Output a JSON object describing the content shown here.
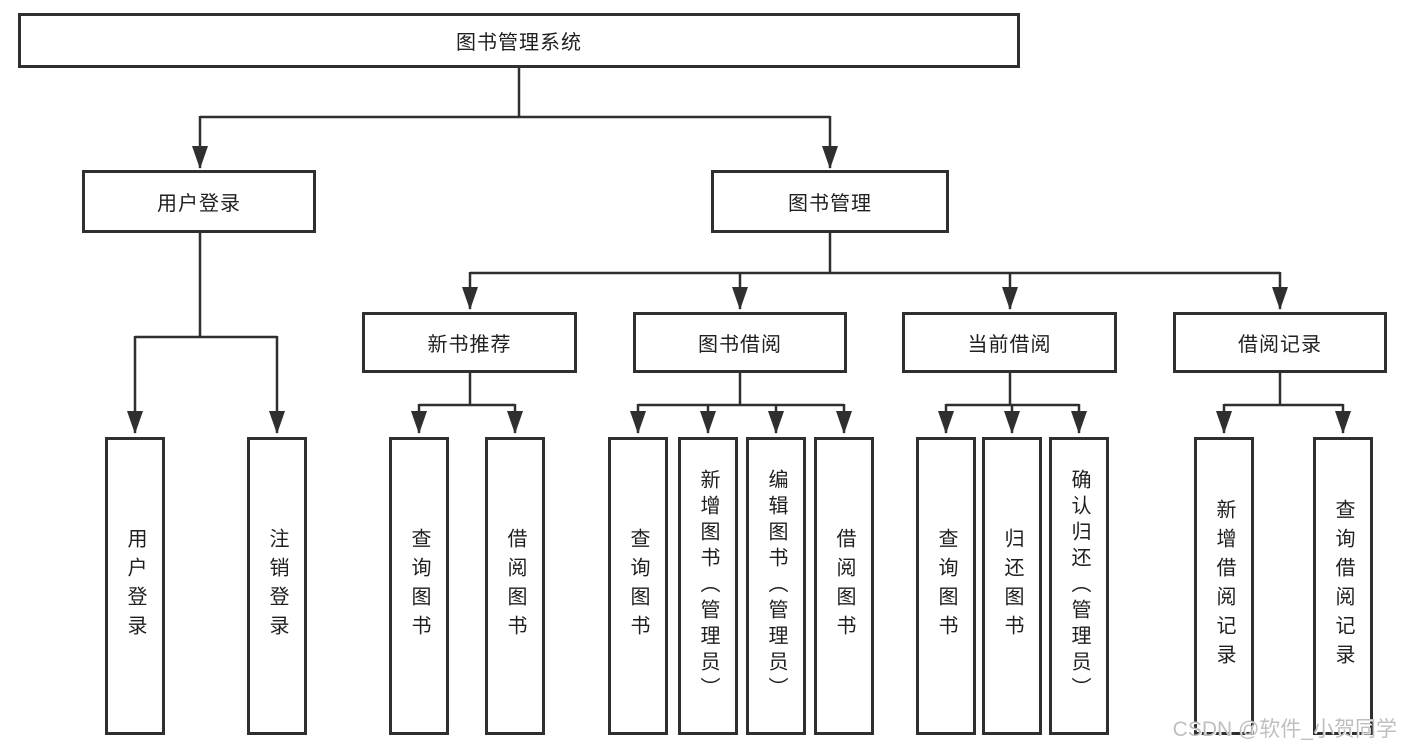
{
  "diagram": {
    "root": {
      "label": "图书管理系统"
    },
    "branches": {
      "user_login": {
        "label": "用户登录"
      },
      "book_management": {
        "label": "图书管理"
      }
    },
    "modules": {
      "new_book_recommend": {
        "label": "新书推荐"
      },
      "book_borrow": {
        "label": "图书借阅"
      },
      "current_borrow": {
        "label": "当前借阅"
      },
      "borrow_record": {
        "label": "借阅记录"
      }
    },
    "functions": {
      "login": {
        "label": "用户登录"
      },
      "logout": {
        "label": "注销登录"
      },
      "recommend_query_book": {
        "label": "查询图书"
      },
      "recommend_borrow_book": {
        "label": "借阅图书"
      },
      "borrow_query_book": {
        "label": "查询图书"
      },
      "borrow_add_book": {
        "label": "新增图书（管理员）"
      },
      "borrow_edit_book": {
        "label": "编辑图书（管理员）"
      },
      "borrow_borrow_book": {
        "label": "借阅图书"
      },
      "current_query_book": {
        "label": "查询图书"
      },
      "current_return_book": {
        "label": "归还图书"
      },
      "current_confirm_return": {
        "label": "确认归还（管理员）"
      },
      "record_add": {
        "label": "新增借阅记录"
      },
      "record_query": {
        "label": "查询借阅记录"
      }
    },
    "colors": {
      "line": "#2f2f2f",
      "text": "#1f1f1f",
      "watermark": "#bfbfbf",
      "background": "#ffffff"
    },
    "watermark": {
      "label": "CSDN @软件_小贺同学"
    }
  }
}
